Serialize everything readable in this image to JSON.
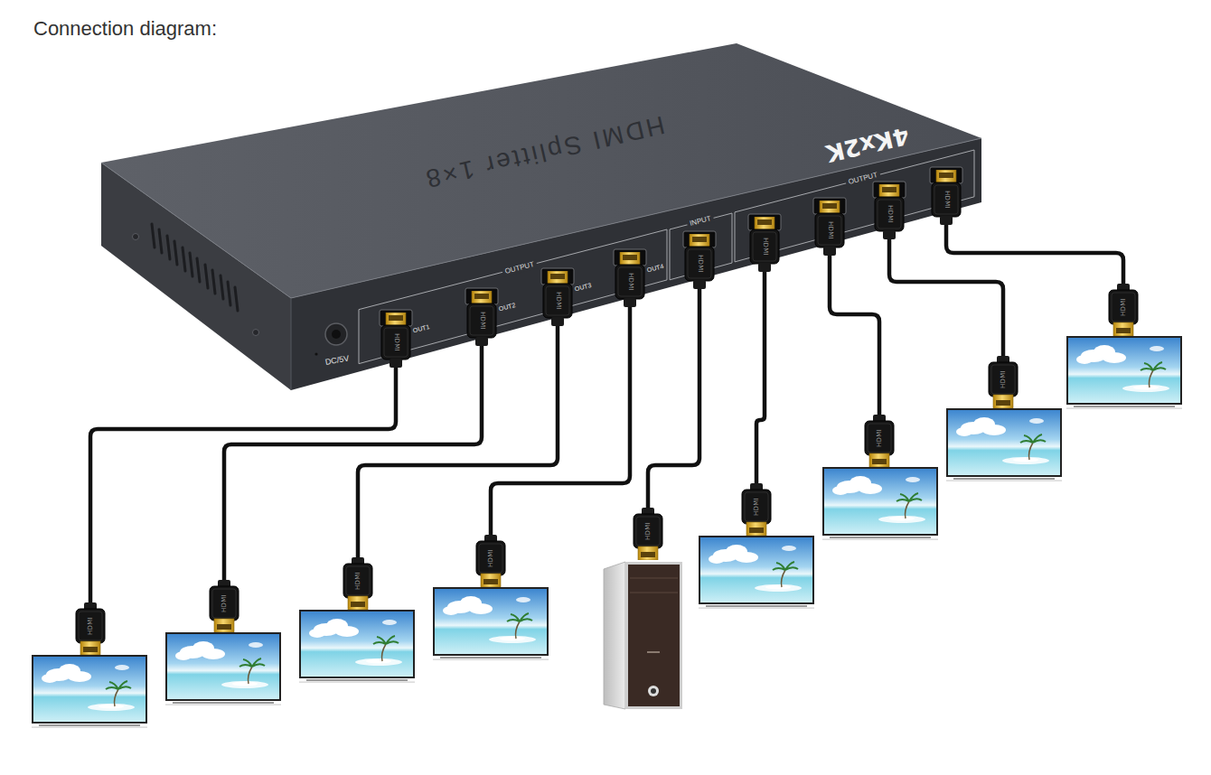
{
  "diagram": {
    "title": "Connection diagram:",
    "nodes": [
      {
        "text": [
          "4Kx2K",
          "HDMI Splitter 1×8"
        ]
      },
      {
        "text": [
          "OUTPUT"
        ],
        "in": 0
      },
      {
        "text": [
          "INPUT"
        ],
        "in": 0
      },
      {
        "text": [
          "OUTPUT"
        ],
        "in": 0
      }
    ],
    "labels": [
      "DC/5V",
      "OUT1",
      "OUT2",
      "OUT3",
      "OUT4",
      "HDMI",
      "HDMI",
      "HDMI",
      "HDMI",
      "HDMI",
      "HDMI",
      "HDMI",
      "HDMI",
      "HDMI",
      "HDMI",
      "HDMI",
      "HDMI",
      "HDMI",
      "HDMI",
      "HDMI",
      "HDMI",
      "HDMI",
      "HDMI"
    ]
  }
}
